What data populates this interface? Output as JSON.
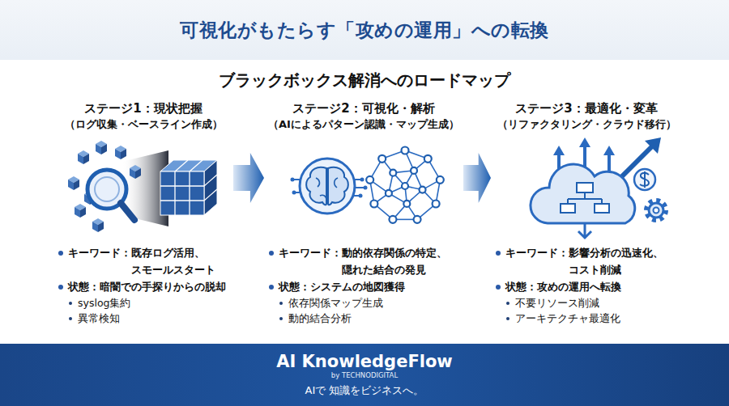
{
  "diagram": {
    "title": "可視化がもたらす「攻めの運用」への転換",
    "nodes": [
      {
        "text": [
          "ステージ1：現状把握",
          "（ログ収集・ベースライン作成）",
          "キーワード：既存ログ活用、 スモールスタート",
          "状態：暗闇での手探りからの脱却",
          "syslog集約",
          "異常検知"
        ]
      },
      {
        "text": [
          "ステージ2：可視化・解析",
          "（AIによるパターン認識・マップ生成）",
          "キーワード：動的依存関係の特定、 隠れた結合の発見",
          "状態：システムの地図獲得",
          "依存関係マップ生成",
          "動的結合分析"
        ]
      },
      {
        "text": [
          "ステージ3：最適化・変革",
          "（リファクタリング・クラウド移行）",
          "キーワード：影響分析の迅速化、 コスト削減",
          "状態：攻めの運用へ転換",
          "不要リソース削減",
          "アーキテクチャ最適化"
        ]
      },
      {
        "text": [
          "AI KnowledgeFlow",
          "by TECHNODIGITAL",
          "AIで 知識をビジネスへ。"
        ]
      }
    ],
    "edges": [
      {
        "from": 0,
        "to": 1,
        "arrow": "to"
      },
      {
        "from": 1,
        "to": 2,
        "arrow": "to"
      }
    ],
    "labels": [
      "ブラックボックス解消へのロードマップ"
    ]
  }
}
